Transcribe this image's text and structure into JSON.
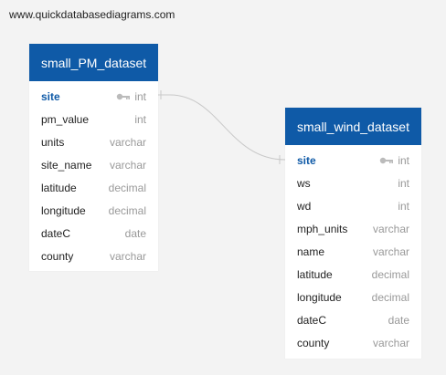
{
  "watermark": "www.quickdatabasediagrams.com",
  "tables": [
    {
      "name": "small_PM_dataset",
      "columns": [
        {
          "name": "site",
          "type": "int",
          "pk": true
        },
        {
          "name": "pm_value",
          "type": "int"
        },
        {
          "name": "units",
          "type": "varchar"
        },
        {
          "name": "site_name",
          "type": "varchar"
        },
        {
          "name": "latitude",
          "type": "decimal"
        },
        {
          "name": "longitude",
          "type": "decimal"
        },
        {
          "name": "dateC",
          "type": "date"
        },
        {
          "name": "county",
          "type": "varchar"
        }
      ]
    },
    {
      "name": "small_wind_dataset",
      "columns": [
        {
          "name": "site",
          "type": "int",
          "pk": true
        },
        {
          "name": "ws",
          "type": "int"
        },
        {
          "name": "wd",
          "type": "int"
        },
        {
          "name": "mph_units",
          "type": "varchar"
        },
        {
          "name": "name",
          "type": "varchar"
        },
        {
          "name": "latitude",
          "type": "decimal"
        },
        {
          "name": "longitude",
          "type": "decimal"
        },
        {
          "name": "dateC",
          "type": "date"
        },
        {
          "name": "county",
          "type": "varchar"
        }
      ]
    }
  ],
  "colors": {
    "header": "#0f5aa7",
    "connector": "#c8c8c8"
  },
  "icons": {
    "primary_key": "key-icon"
  }
}
